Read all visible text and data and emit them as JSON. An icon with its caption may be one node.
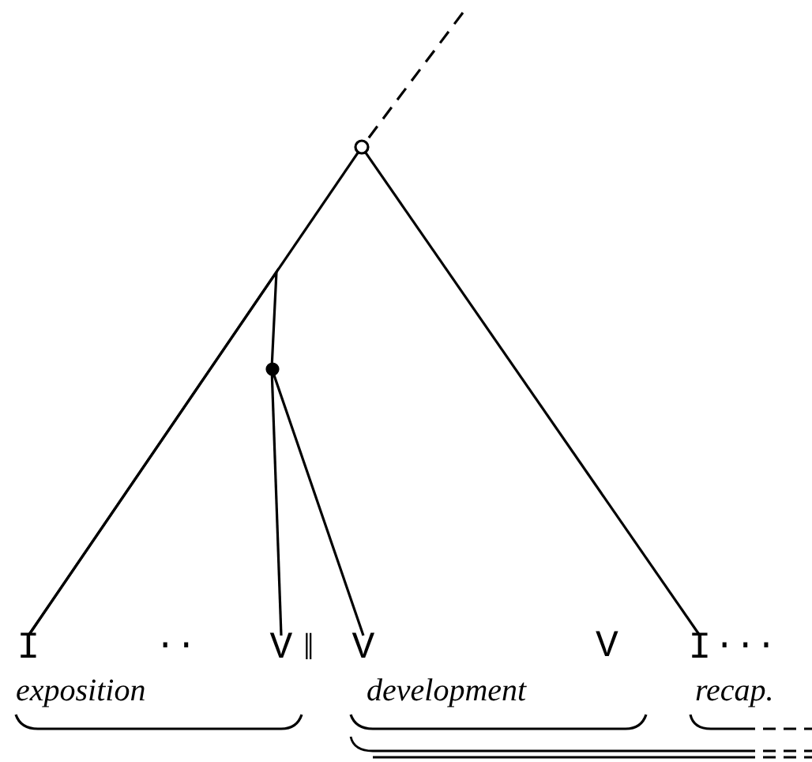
{
  "diagram": {
    "nodes": [
      {
        "text": [],
        "shape": "circle"
      },
      {
        "text": [],
        "shape": "circle"
      },
      {
        "text": [
          "I"
        ]
      },
      {
        "text": [
          "V"
        ]
      },
      {
        "text": [
          "V"
        ]
      },
      {
        "text": [
          "I"
        ]
      }
    ],
    "edges": [
      {
        "from": null,
        "to": 0,
        "arrow": "none",
        "style": "dashed"
      },
      {
        "from": 0,
        "to": 2,
        "arrow": "none"
      },
      {
        "from": 0,
        "to": 5,
        "arrow": "none"
      },
      {
        "from": 1,
        "to": 2,
        "arrow": "none"
      },
      {
        "from": 1,
        "to": 3,
        "arrow": "none"
      },
      {
        "from": 1,
        "to": 4,
        "arrow": "none"
      }
    ],
    "labels": [
      "··",
      "‖",
      "V",
      "···",
      "exposition",
      "development",
      "recap."
    ]
  }
}
